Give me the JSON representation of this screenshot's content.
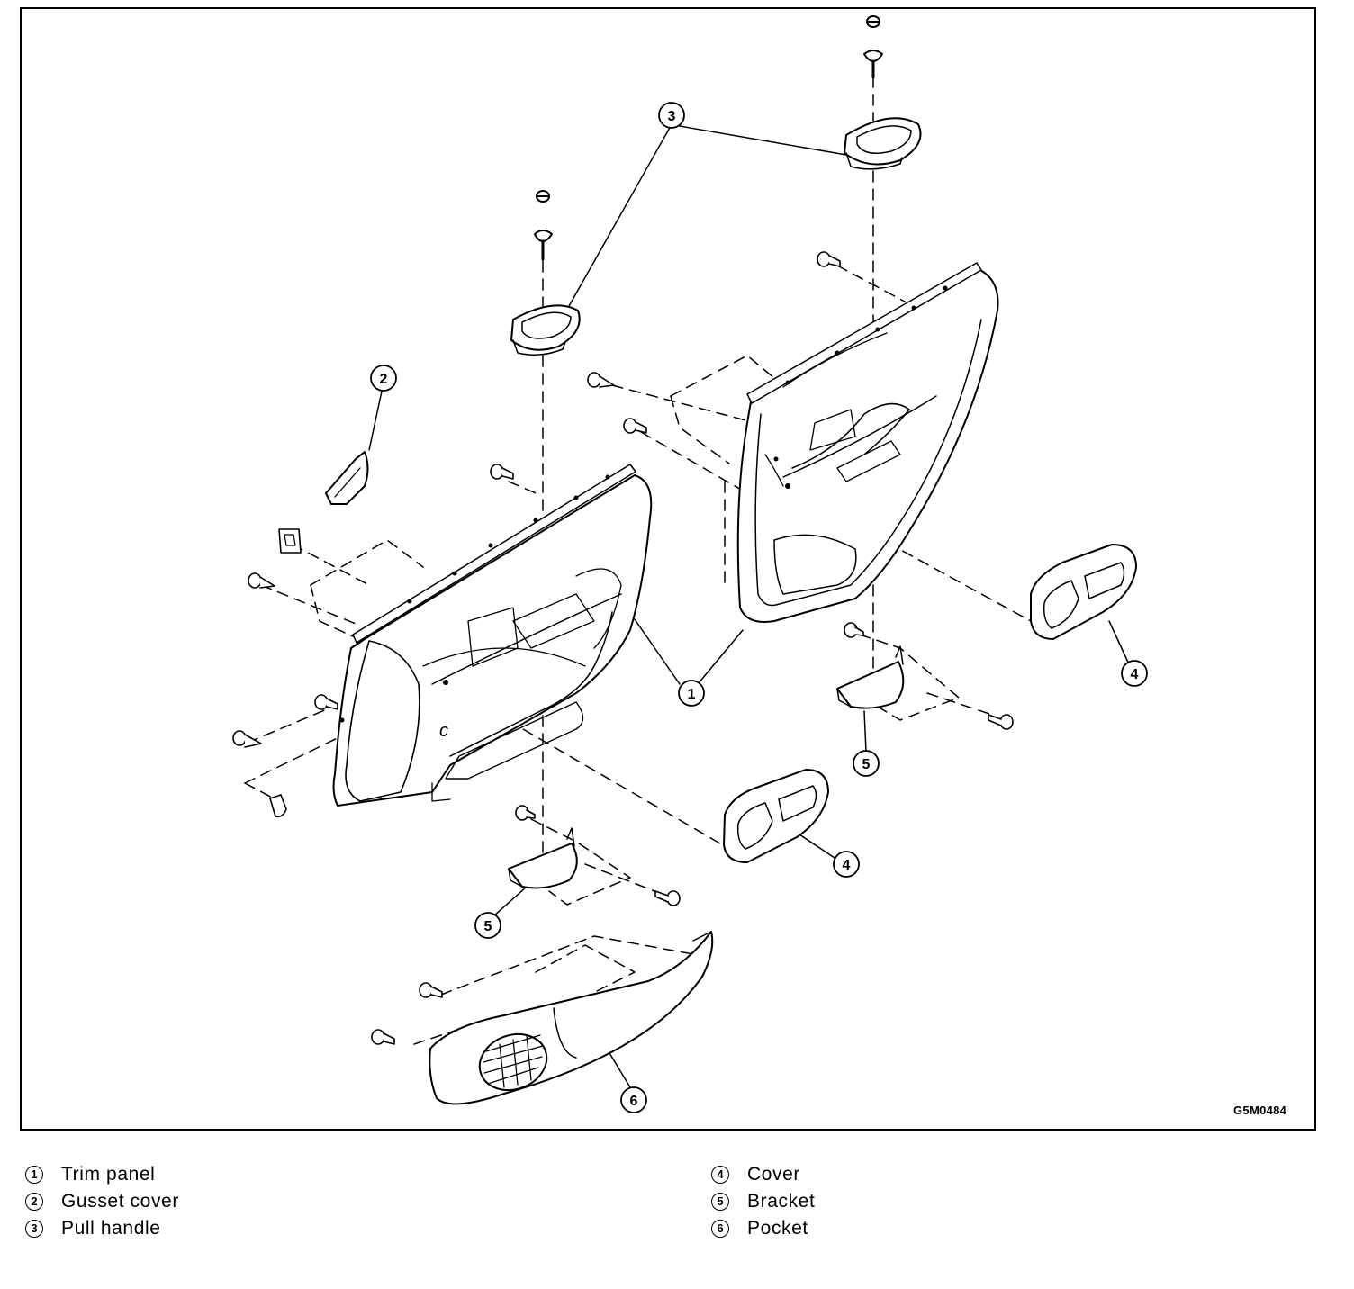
{
  "figure_code": "G5M0484",
  "callouts": {
    "c1": "1",
    "c2": "2",
    "c3": "3",
    "c4a": "4",
    "c4b": "4",
    "c5a": "5",
    "c5b": "5",
    "c6": "6"
  },
  "legend": {
    "left": [
      {
        "num": "1",
        "label": "Trim panel"
      },
      {
        "num": "2",
        "label": "Gusset cover"
      },
      {
        "num": "3",
        "label": "Pull handle"
      }
    ],
    "right": [
      {
        "num": "4",
        "label": "Cover"
      },
      {
        "num": "5",
        "label": "Bracket"
      },
      {
        "num": "6",
        "label": "Pocket"
      }
    ]
  }
}
